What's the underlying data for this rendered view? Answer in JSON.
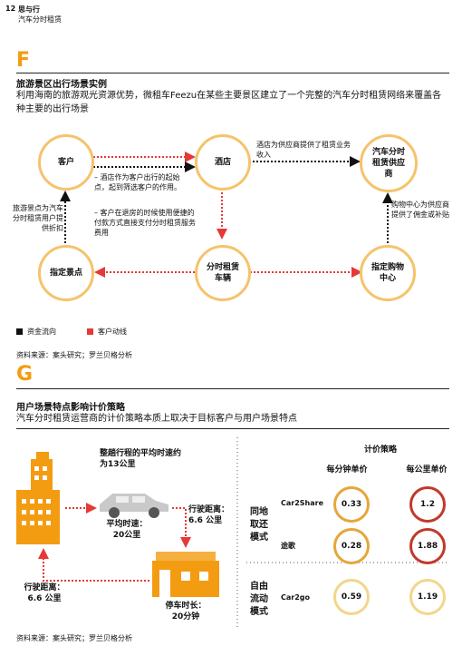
{
  "header": {
    "page_number": "12",
    "title": "思与行",
    "subtitle": "汽车分时租赁"
  },
  "section_f": {
    "letter": "F",
    "heading": "旅游景区出行场景实例",
    "subheading": "利用海南的旅游观光资源优势，微租车Feezu在某些主要景区建立了一个完整的汽车分时租赁网络来覆盖各种主要的出行场景",
    "nodes": {
      "customer": "客户",
      "hotel": "酒店",
      "supplier": "汽车分时租赁供应商",
      "scenic": "指定景点",
      "car": "分时租赁车辆",
      "mall": "指定购物中心"
    },
    "notes": {
      "hotel_income": "酒店为供应商提供了租赁业务收入",
      "hotel_role_1": "– 酒店作为客户出行的起始点，起到筛选客户的作用。",
      "hotel_role_2": "– 客户在退房的时候使用便捷的付款方式直接支付分时租赁服务费用",
      "scenic_note": "旅游景点为汽车分时租赁用户提供折扣",
      "mall_note": "购物中心为供应商提供了佣金或补贴"
    },
    "legend": {
      "money": "资金流向",
      "customer": "客户动线"
    },
    "colors": {
      "money": "#111111",
      "customer": "#e53935",
      "node_border": "#f5c36b"
    },
    "source": "资料来源：案头研究；罗兰贝格分析"
  },
  "section_g": {
    "letter": "G",
    "heading": "用户场景特点影响计价策略",
    "subheading": "汽车分时租赁运营商的计价策略本质上取决于目标客户与用户场景特点",
    "left": {
      "avg_speed_title": "整趟行程的平均时速约为13公里",
      "avg_speed": "平均时速：\n20公里",
      "drive_dist_right": "行驶距离：\n6.6 公里",
      "drive_dist_left": "行驶距离：\n6.6 公里",
      "park_time": "停车时长：\n20分钟"
    },
    "pricing": {
      "title": "计价策略",
      "col_minute": "每分钟单价",
      "col_km": "每公里单价",
      "group_a": "同地取还模式",
      "group_b": "自由流动模式",
      "rows": [
        {
          "operator": "Car2Share",
          "per_minute": "0.33",
          "per_km": "1.2"
        },
        {
          "operator": "途歌",
          "per_minute": "0.28",
          "per_km": "1.88"
        },
        {
          "operator": "Car2go",
          "per_minute": "0.59",
          "per_km": "1.19"
        }
      ]
    },
    "source": "资料来源：案头研究；罗兰贝格分析"
  }
}
